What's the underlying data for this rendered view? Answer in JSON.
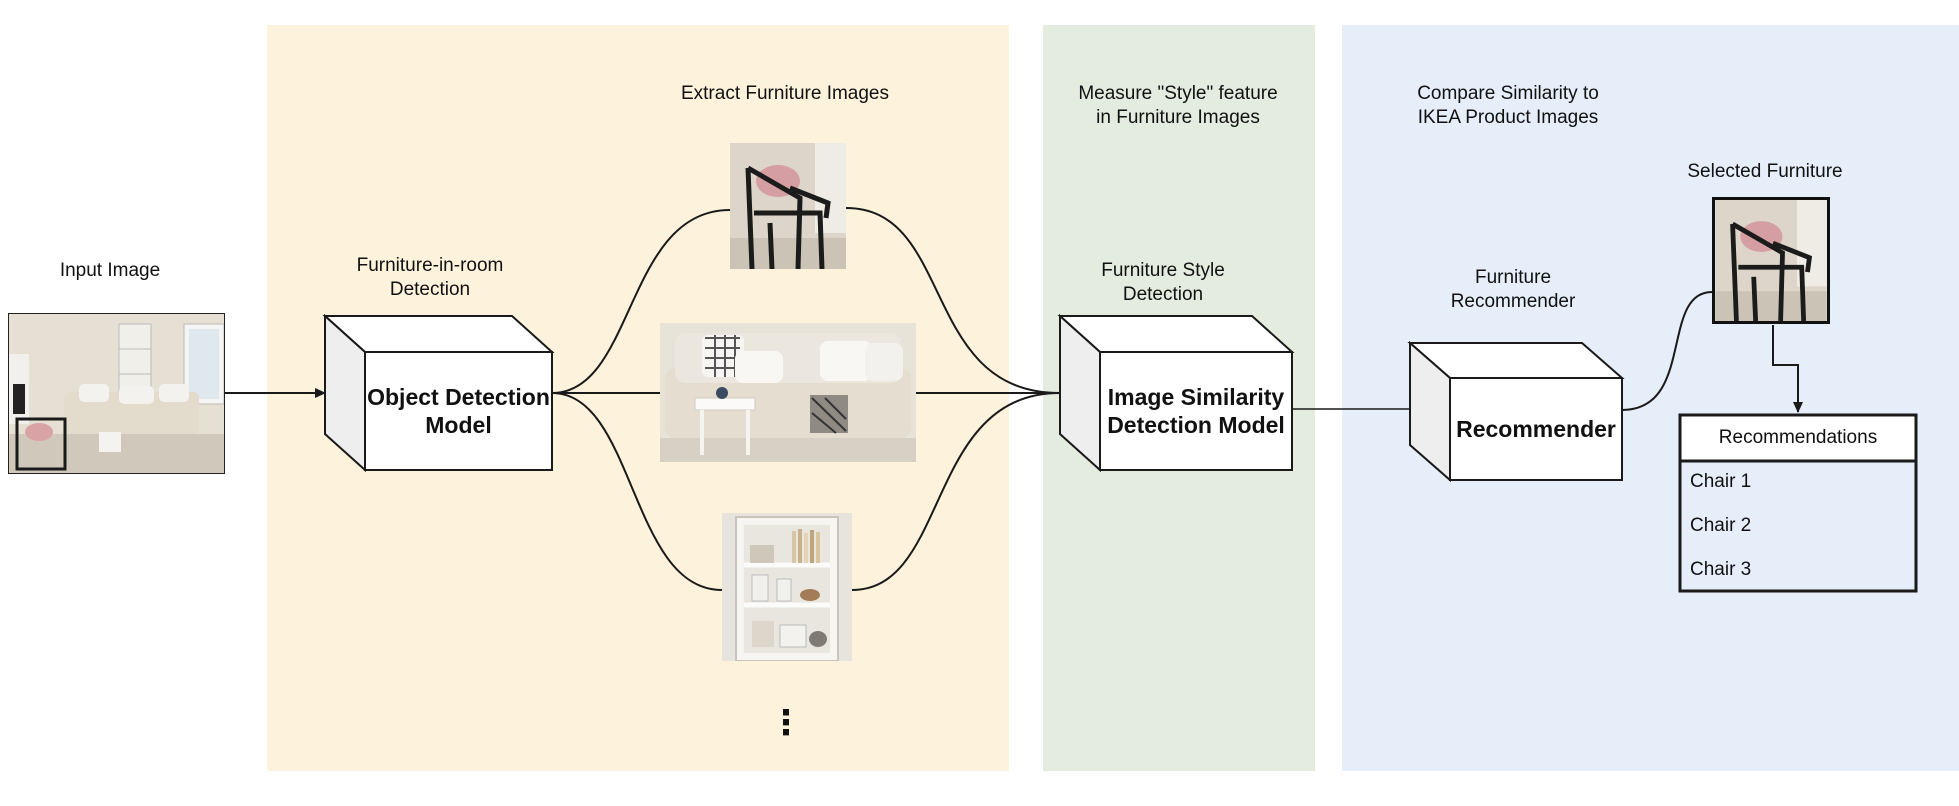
{
  "labels": {
    "input_image": "Input Image",
    "furniture_in_room_detection": "Furniture-in-room\nDetection",
    "extract_furniture_images": "Extract Furniture Images",
    "measure_style": "Measure \"Style\" feature\nin Furniture Images",
    "furniture_style_detection": "Furniture Style\nDetection",
    "compare_similarity": "Compare Similarity to\nIKEA Product Images",
    "furniture_recommender": "Furniture\nRecommender",
    "selected_furniture": "Selected Furniture",
    "ellipsis": "⋮"
  },
  "boxes": {
    "object_detection": "Object Detection\nModel",
    "image_similarity": "Image Similarity\nDetection Model",
    "recommender": "Recommender"
  },
  "recommendations": {
    "title": "Recommendations",
    "items": [
      "Chair 1",
      "Chair 2",
      "Chair 3"
    ]
  },
  "colors": {
    "panel_detection": "#fdf3dc",
    "panel_style": "#e3ecdf",
    "panel_recommend": "#e6eefa",
    "line": "#1a1a1a"
  }
}
